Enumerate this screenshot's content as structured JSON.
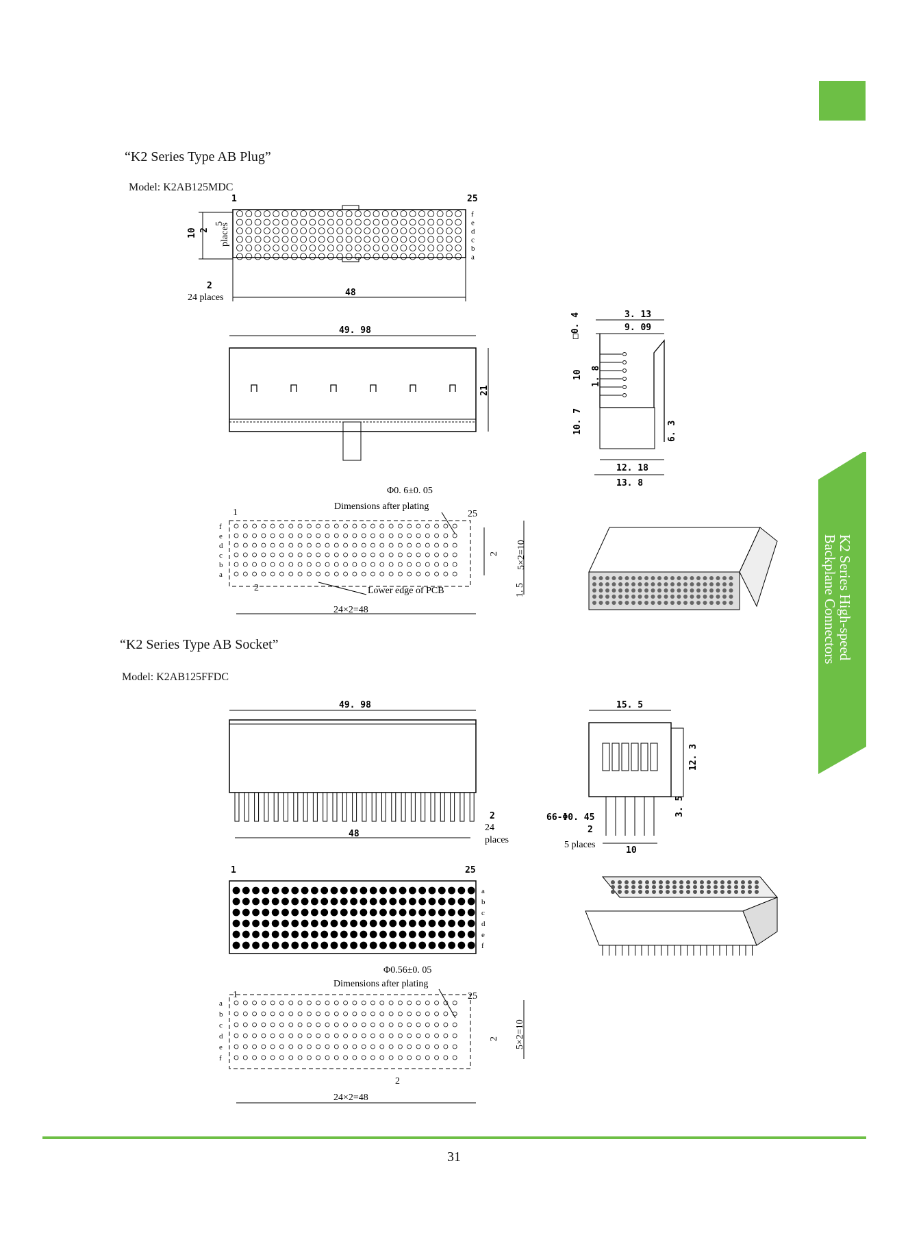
{
  "page_number": "31",
  "side_tab": {
    "line1": "K2 Series High-speed",
    "line2": "Backplane Connectors"
  },
  "plug": {
    "title": "“K2 Series Type AB Plug”",
    "model": "Model: K2AB125MDC",
    "top_view": {
      "pin_first": "1",
      "pin_last": "25",
      "rows": [
        "f",
        "e",
        "d",
        "c",
        "b",
        "a"
      ],
      "dim_10": "10",
      "dim_2": "2",
      "dim_5_places": "5",
      "places": "places",
      "dim_pitch": "2",
      "pitch_places": "24 places",
      "dim_48": "48"
    },
    "front_view": {
      "width": "49. 98",
      "height": "21"
    },
    "side_view": {
      "d1": "3. 13",
      "d2": "9. 09",
      "sq": "□0. 4",
      "d10": "10",
      "d18": "1. 8",
      "d107": "10. 7",
      "d63": "6. 3",
      "d1218": "12. 18",
      "d138": "13. 8"
    },
    "pcb": {
      "hole": "Φ0. 6±0. 05",
      "note": "Dimensions after plating",
      "pin_first": "1",
      "pin_last": "25",
      "rows": [
        "f",
        "e",
        "d",
        "c",
        "b",
        "a"
      ],
      "dim2": "2",
      "dim5x2": "5×2=10",
      "dim15": "1. 5",
      "pitch": "2",
      "edge": "Lower edge of PCB",
      "total": "24×2=48"
    }
  },
  "socket": {
    "title": "“K2 Series Type AB Socket”",
    "model": "Model: K2AB125FFDC",
    "front_view": {
      "width": "49. 98",
      "dim48": "48",
      "pitch": "2",
      "pitch_places_1": "24",
      "pitch_places_2": "places"
    },
    "side_view": {
      "d155": "15. 5",
      "d123": "12. 3",
      "d35": "3. 5",
      "holes": "66-Φ0. 45",
      "d2": "2",
      "places": "5 places",
      "d10": "10"
    },
    "top_view": {
      "pin_first": "1",
      "pin_last": "25",
      "rows": [
        "a",
        "b",
        "c",
        "d",
        "e",
        "f"
      ]
    },
    "pcb": {
      "hole": "Φ0.56±0. 05",
      "note": "Dimensions after plating",
      "pin_first": "1",
      "pin_last": "25",
      "rows": [
        "a",
        "b",
        "c",
        "d",
        "e",
        "f"
      ],
      "dim2": "2",
      "dim5x2": "5×2=10",
      "pitch": "2",
      "total": "24×2=48"
    }
  }
}
